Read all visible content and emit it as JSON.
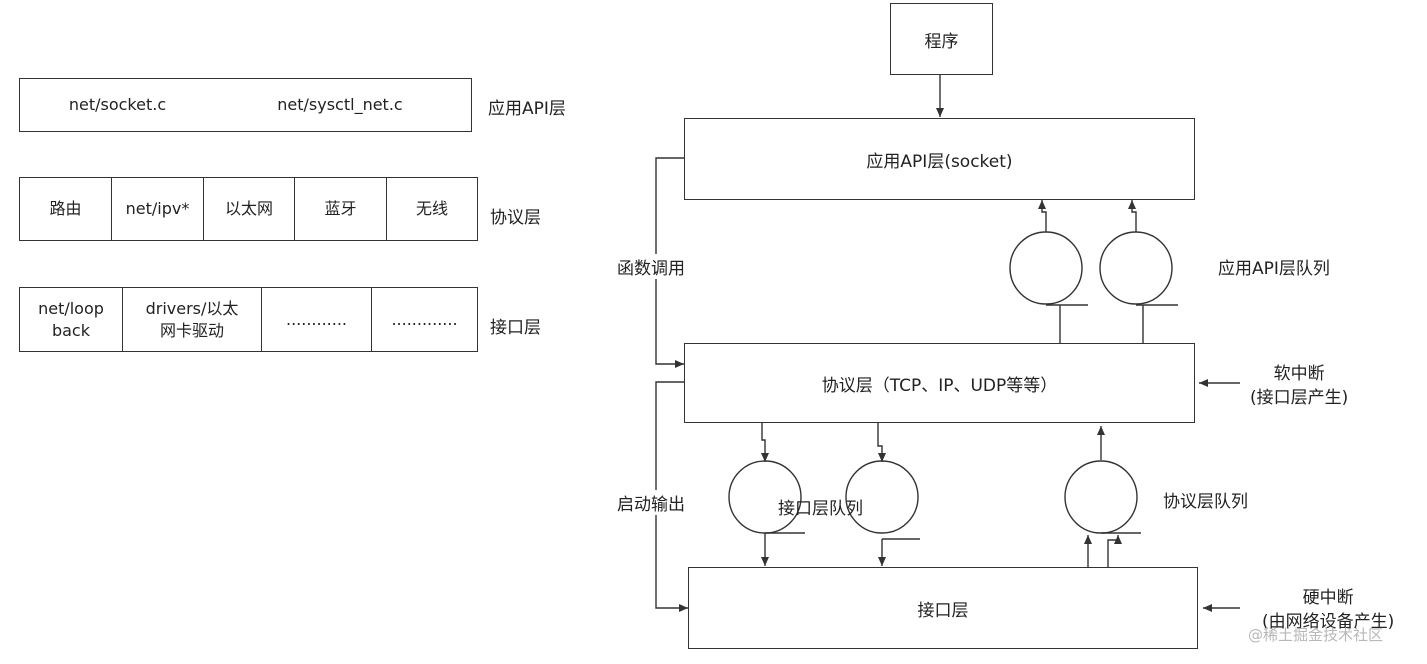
{
  "left_stack": {
    "app_layer": {
      "cells": [
        "net/socket.c",
        "net/sysctl_net.c"
      ],
      "label": "应用API层"
    },
    "protocol_layer": {
      "cells": [
        "路由",
        "net/ipv*",
        "以太网",
        "蓝牙",
        "无线"
      ],
      "label": "协议层"
    },
    "interface_layer": {
      "cells": [
        "net/loop\nback",
        "drivers/以太\n网卡驱动",
        "............",
        "............."
      ],
      "label": "接口层"
    }
  },
  "flow": {
    "program": "程序",
    "app_api": "应用API层(socket)",
    "protocol": "协议层（TCP、IP、UDP等等）",
    "interface": "接口层",
    "func_call": "函数调用",
    "start_output": "启动输出",
    "app_queue": "应用API层队列",
    "iface_queue": "接口层队列",
    "proto_queue": "协议层队列",
    "soft_irq": "软中断\n(接口层产生)",
    "hard_irq": "硬中断\n(由网络设备产生)"
  },
  "watermark": "@稀土掘金技术社区",
  "colors": {
    "line": "#333333",
    "background": "#ffffff"
  }
}
